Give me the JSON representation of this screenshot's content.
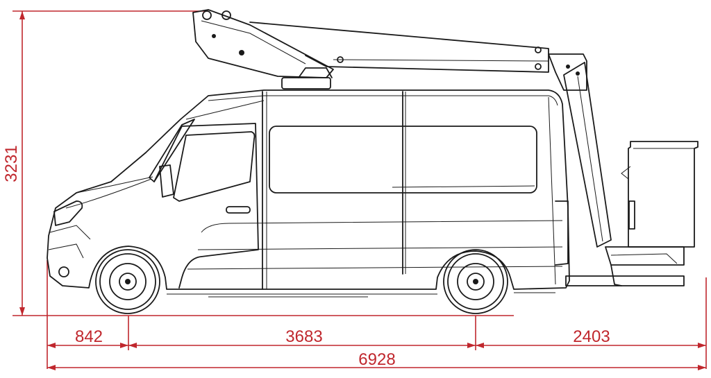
{
  "dimensions": {
    "overall_height": "3231",
    "front_overhang": "842",
    "wheelbase": "3683",
    "rear_overhang": "2403",
    "overall_length": "6928"
  },
  "colors": {
    "dimension": "#c0272d",
    "linework": "#1a1a1a"
  }
}
